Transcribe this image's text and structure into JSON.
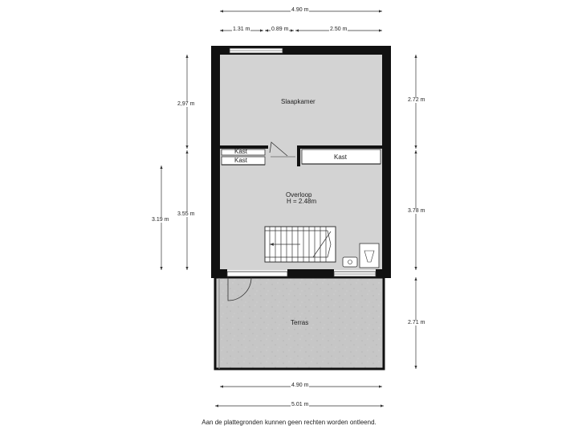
{
  "rooms": {
    "bedroom": "Slaapkamer",
    "closet_a": "Kast",
    "closet_b": "Kast",
    "closet_c": "Kast",
    "landing": "Overloop",
    "landing_height": "H = 2.48m",
    "terrace": "Terras"
  },
  "dimensions": {
    "top_total": "4.90 m",
    "top_seg_1": "1.31 m",
    "top_seg_2": "0.89 m",
    "top_seg_3": "2.50 m",
    "left_upper": "2,97 m",
    "left_lower": "3.55 m",
    "left_outer": "3.19 m",
    "right_upper": "2.72 m",
    "right_middle": "3.78 m",
    "right_lower": "2.71 m",
    "bottom_inner": "4.90 m",
    "bottom_outer": "5.01 m"
  },
  "footer": "Aan de plattegronden kunnen geen rechten worden ontleend.",
  "colors": {
    "wall": "#111111",
    "floor": "#d3d3d3",
    "terrace": "#c4c4c4",
    "dim_line": "#333333"
  }
}
